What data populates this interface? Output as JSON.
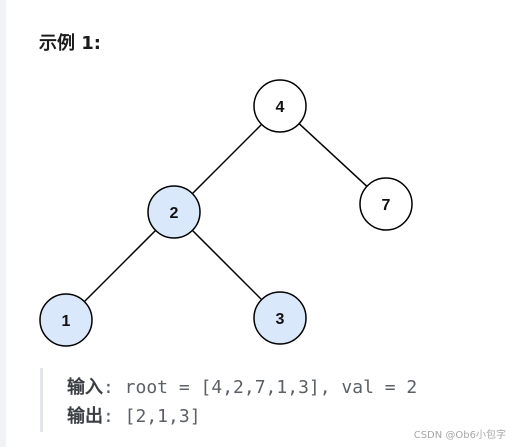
{
  "heading": "示例 1:",
  "tree": {
    "nodes": [
      {
        "id": "n4",
        "label": "4",
        "highlight": false
      },
      {
        "id": "n2",
        "label": "2",
        "highlight": true
      },
      {
        "id": "n7",
        "label": "7",
        "highlight": false
      },
      {
        "id": "n1",
        "label": "1",
        "highlight": true
      },
      {
        "id": "n3",
        "label": "3",
        "highlight": true
      }
    ],
    "edges": [
      {
        "from": "n4",
        "to": "n2"
      },
      {
        "from": "n4",
        "to": "n7"
      },
      {
        "from": "n2",
        "to": "n1"
      },
      {
        "from": "n2",
        "to": "n3"
      }
    ],
    "highlight_color": "#dae8fc",
    "plain_color": "#ffffff",
    "stroke_color": "#000000"
  },
  "example": {
    "input_label": "输入",
    "input_value": ": root = [4,2,7,1,3], val = 2",
    "output_label": "输出",
    "output_value": ": [2,1,3]"
  },
  "watermark": "CSDN @Ob6小包字"
}
